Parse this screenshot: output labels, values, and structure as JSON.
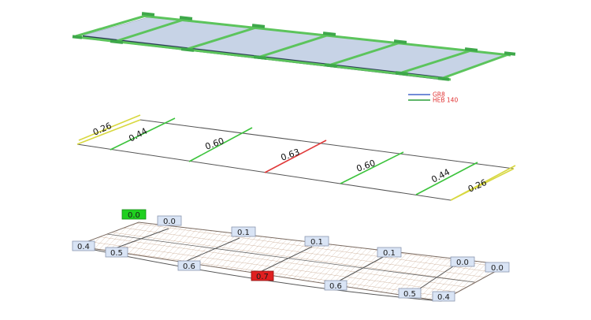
{
  "legend": {
    "items": [
      {
        "label": "GR8",
        "color": "#4466cc"
      },
      {
        "label": "HEB 140",
        "color": "#2a9d3a"
      }
    ]
  },
  "colors": {
    "slab": "#c7d3e6",
    "beam": "#5cc45c",
    "beam_dark": "#2e8b3a",
    "ratio_low": "#d8d840",
    "ratio_mid": "#3cc33c",
    "ratio_high": "#e03a3a",
    "mesh": "#c8a890",
    "max_box": "#e02020",
    "min_box": "#20d020"
  },
  "ratios": [
    "0.26",
    "0.44",
    "0.60",
    "0.63",
    "0.60",
    "0.44",
    "0.26"
  ],
  "deflection_labels": {
    "min": "0.0",
    "max": "0.7",
    "back_row": [
      "0.0",
      "0.1",
      "0.1",
      "0.1",
      "0.0",
      "0.0"
    ],
    "front_row": [
      "0.4",
      "0.5",
      "0.6",
      "0.6",
      "0.5",
      "0.4"
    ]
  }
}
